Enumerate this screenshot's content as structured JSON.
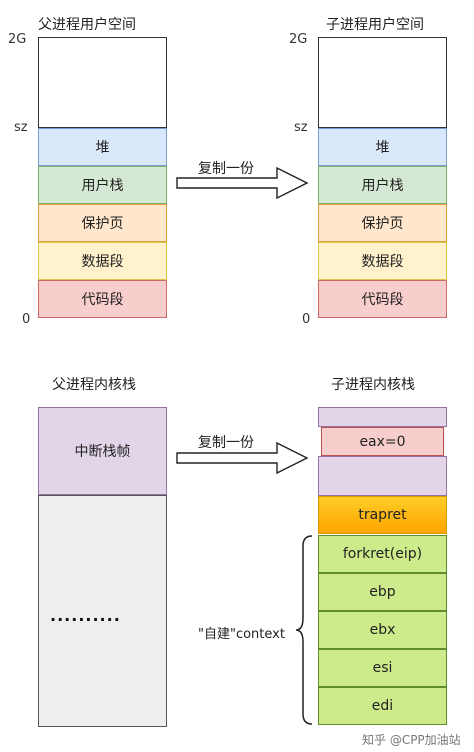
{
  "top": {
    "parent_title": "父进程用户空间",
    "child_title": "子进程用户空间",
    "axis": {
      "top": "2G",
      "mid": "sz",
      "bottom": "0"
    },
    "segments": [
      "堆",
      "用户栈",
      "保护页",
      "数据段",
      "代码段"
    ],
    "arrow_label": "复制一份"
  },
  "bottom": {
    "parent_title": "父进程内核栈",
    "child_title": "子进程内核栈",
    "parent_frame": "中断栈帧",
    "parent_dots": "..........",
    "arrow_label": "复制一份",
    "child_items": {
      "eax": "eax=0",
      "trapret": "trapret",
      "forkret": "forkret(eip)",
      "ebp": "ebp",
      "ebx": "ebx",
      "esi": "esi",
      "edi": "edi"
    },
    "context_label": "\"自建\"context"
  },
  "watermark": "知乎 @CPP加油站",
  "colors": {
    "heap": "#dae8fc",
    "user_stack": "#d5e8d4",
    "guard_page": "#ffe6cc",
    "data_segment": "#fff2cc",
    "code_segment": "#f8cecc",
    "interrupt_frame": "#e1d5e7",
    "trapret": "#ffc125",
    "context": "#cdeb8b",
    "blank": "#eeeeee"
  }
}
